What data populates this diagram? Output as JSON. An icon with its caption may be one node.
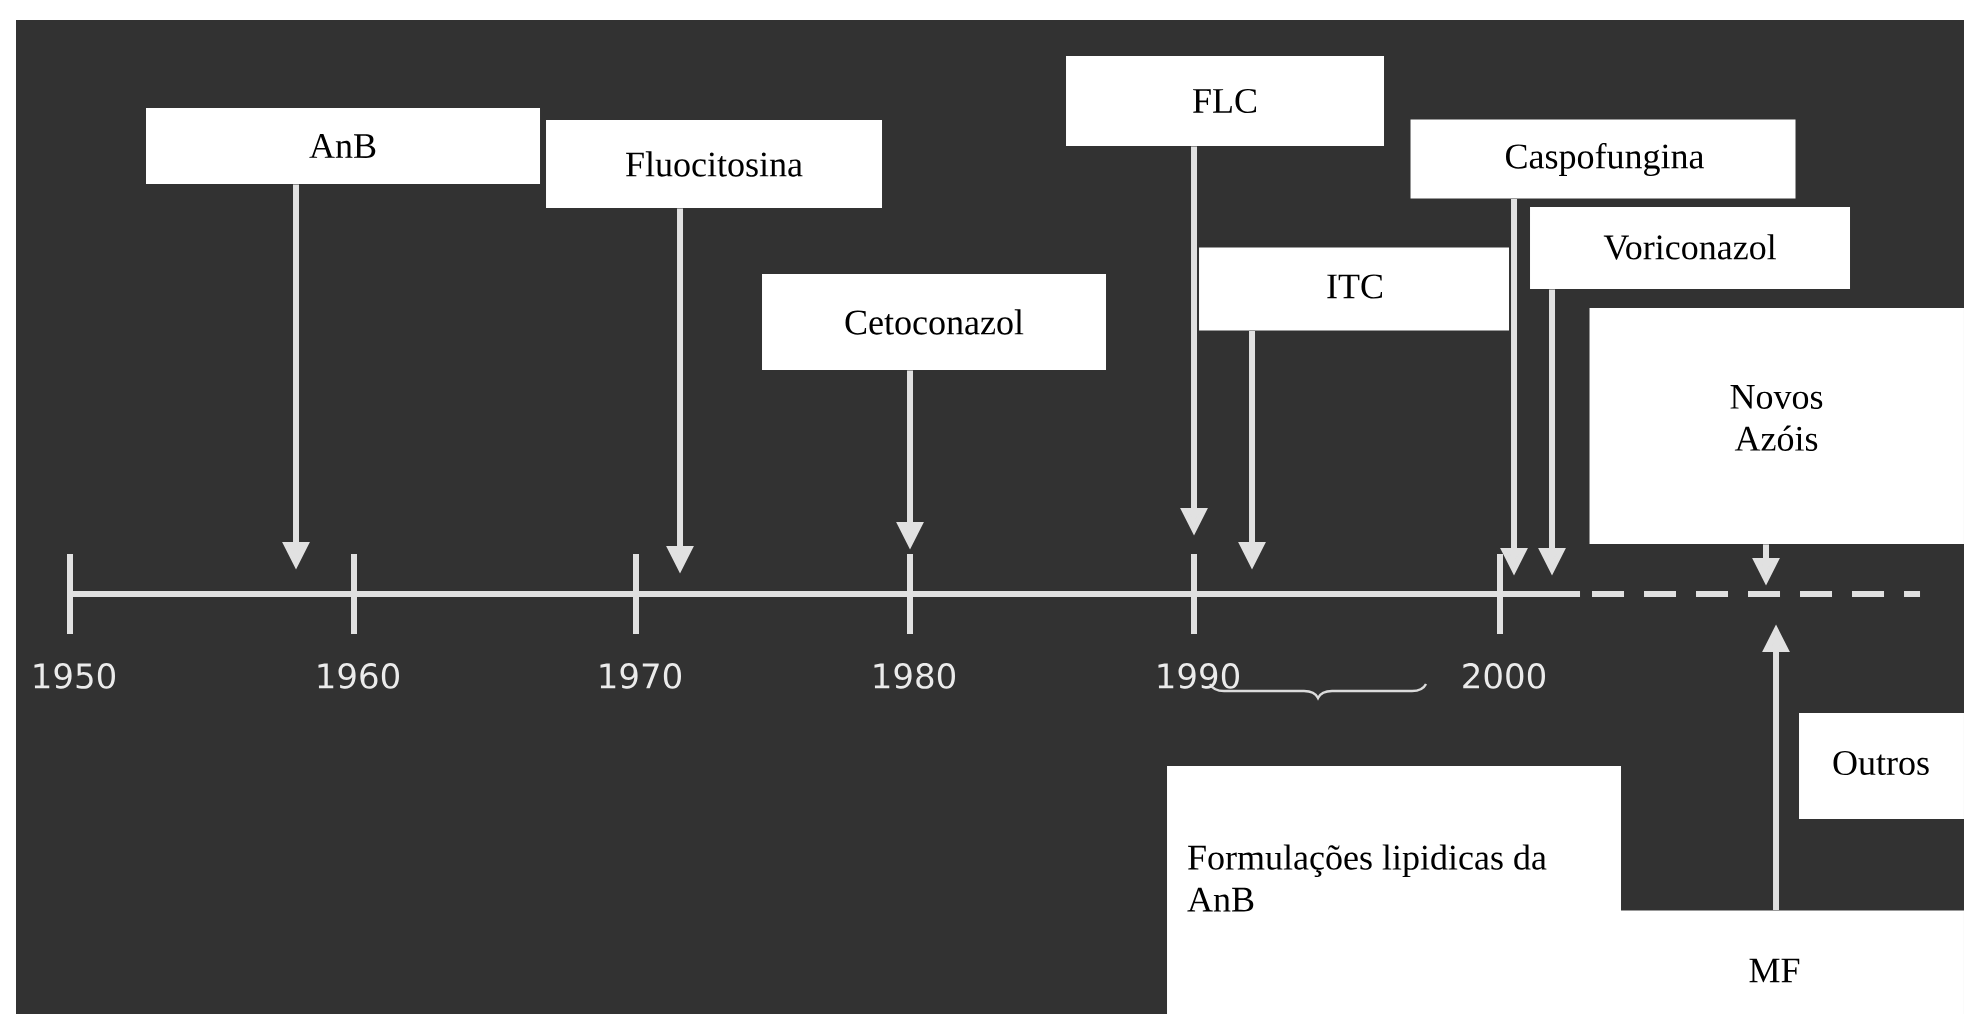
{
  "diagram": {
    "nodes": [
      {
        "text": [
          "AnB"
        ]
      },
      {
        "text": [
          "Fluocitosina"
        ]
      },
      {
        "text": [
          "Cetoconazol"
        ]
      },
      {
        "text": [
          "FLC"
        ]
      },
      {
        "text": [
          "ITC"
        ]
      },
      {
        "text": [
          "Caspofungina"
        ]
      },
      {
        "text": [
          "Voriconazol"
        ]
      },
      {
        "text": [
          "Novos Azóis"
        ]
      },
      {
        "text": [
          "Outros"
        ]
      },
      {
        "text": [
          "Formulações lipidicas da AnB"
        ]
      },
      {
        "text": [
          "MF"
        ]
      }
    ],
    "edges": [
      {
        "from": 0,
        "to": null,
        "arrow": "to"
      },
      {
        "from": 1,
        "to": null,
        "arrow": "to"
      },
      {
        "from": 2,
        "to": null,
        "arrow": "to"
      },
      {
        "from": 3,
        "to": null,
        "arrow": "to"
      },
      {
        "from": 4,
        "to": null,
        "arrow": "to"
      },
      {
        "from": 5,
        "to": null,
        "arrow": "to"
      },
      {
        "from": 6,
        "to": null,
        "arrow": "to"
      },
      {
        "from": 7,
        "to": null,
        "arrow": "to"
      },
      {
        "from": 10,
        "to": null,
        "arrow": "to"
      }
    ],
    "labels": [
      "1950",
      "1960",
      "1970",
      "1980",
      "1990",
      "2000"
    ]
  }
}
